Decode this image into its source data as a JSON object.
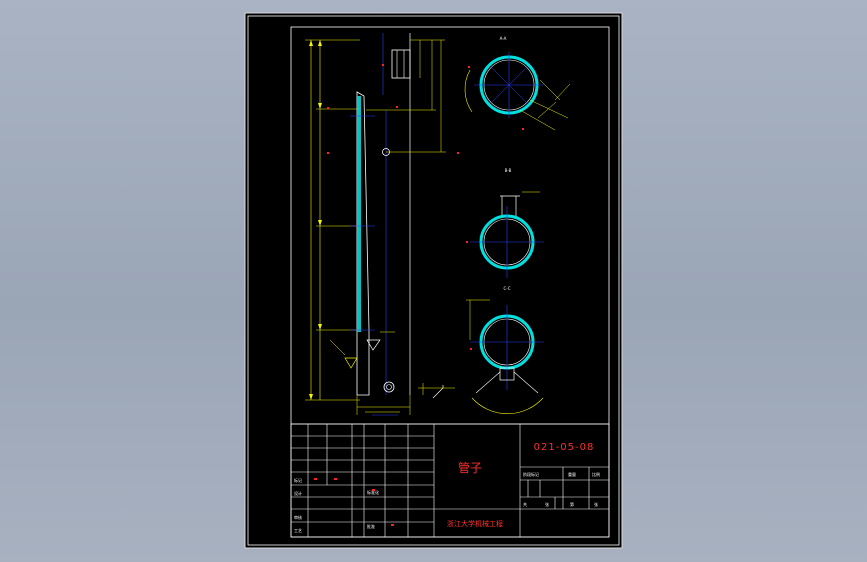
{
  "viewport": {
    "background_color": "#a3adbd",
    "sheet_color": "#000000",
    "sheet_border_color": "#ffffff"
  },
  "colors": {
    "frame": "#ffffff",
    "dimension": "#f5f500",
    "centerline": "#2b3cff",
    "outline": "#ffffff",
    "hatch": "#00e0e0",
    "marker": "#ff2020",
    "title_text": "#ff3030",
    "body_text": "#ffffff"
  },
  "title_block": {
    "part_name": "管子",
    "drawing_number": "021-05-08",
    "company": "浙江大学机械工程",
    "left_labels": [
      "标记",
      "设计",
      "审核",
      "工艺"
    ],
    "mid_labels": [
      "标准化",
      "批准"
    ],
    "right_labels": [
      "阶段标记",
      "重量",
      "比例",
      "共",
      "张",
      "第",
      "张"
    ]
  },
  "views": {
    "section_top_label": "A-A",
    "section_mid_label": "B-B",
    "section_bottom_label": "C-C"
  }
}
